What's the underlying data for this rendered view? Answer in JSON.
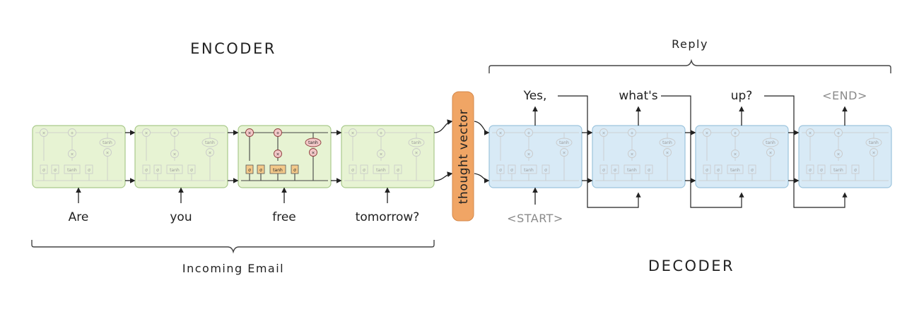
{
  "encoder": {
    "title": "ENCODER",
    "brace_label": "Incoming Email",
    "inputs": [
      "Are",
      "you",
      "free",
      "tomorrow?"
    ]
  },
  "decoder": {
    "title": "DECODER",
    "brace_label": "Reply",
    "start_token": "<START>",
    "outputs": [
      "Yes,",
      "what's",
      "up?"
    ],
    "end_token": "<END>"
  },
  "thought_vector": {
    "label": "thought vector",
    "color": "#f0a565"
  },
  "cell": {
    "gate_sigma": "σ",
    "tanh": "tanh",
    "multiply": "×",
    "add": "+"
  },
  "colors": {
    "encoder_cell": "#e7f3d3",
    "encoder_border": "#a9c98b",
    "decoder_cell": "#d8eaf6",
    "decoder_border": "#9cc4dd",
    "highlight_gate": "#f3c98a",
    "highlight_op": "#f2c8c8"
  }
}
